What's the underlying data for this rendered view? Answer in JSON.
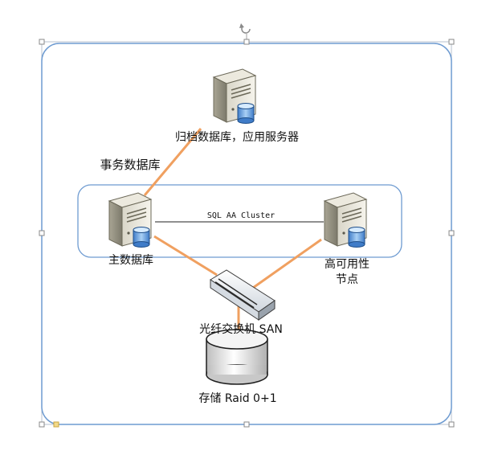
{
  "diagram": {
    "nodes": {
      "archive_server": {
        "label": "归档数据库，应用服务器",
        "icon": "database-server-icon"
      },
      "primary_db": {
        "label": "主数据库",
        "icon": "database-server-icon"
      },
      "ha_node": {
        "label_line1": "高可用性",
        "label_line2": "节点",
        "icon": "database-server-icon"
      },
      "fc_switch": {
        "label": "光纤交换机 SAN",
        "icon": "network-switch-icon"
      },
      "storage": {
        "label": "存储 Raid 0+1",
        "icon": "disk-storage-icon"
      }
    },
    "transactional_db_label": "事务数据库",
    "cluster_label": "SQL AA Cluster",
    "colors": {
      "link": "#F0A060",
      "cluster_frame": "#6E9BD1",
      "outer_frame": "#6E9BD1",
      "selection_handle": "#A0A0A0"
    }
  }
}
